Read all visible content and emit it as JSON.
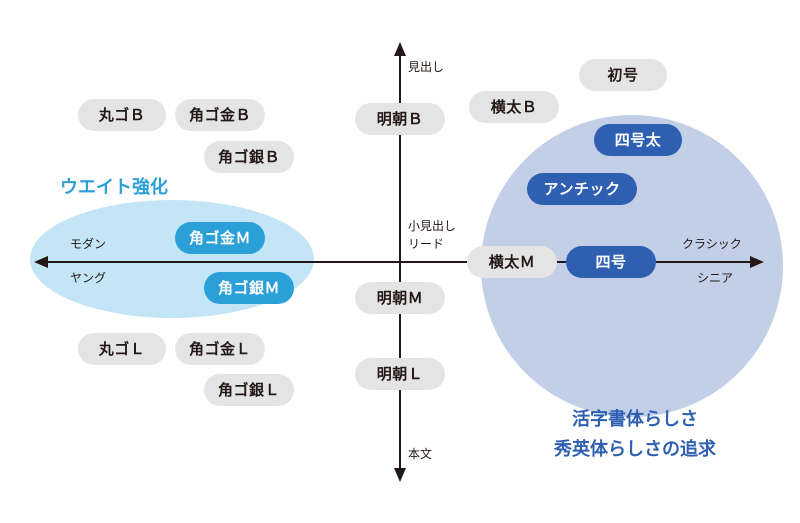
{
  "axes": {
    "top": "見出し",
    "bottom": "本文",
    "center_line1": "小見出し",
    "center_line2": "リード",
    "left_upper": "モダン",
    "left_lower": "ヤング",
    "right_upper": "クラシック",
    "right_lower": "シニア"
  },
  "groups": {
    "left_emphasis": "ウエイト強化",
    "right_emphasis_line1": "活字書体らしさ",
    "right_emphasis_line2": "秀英体らしさの追求"
  },
  "pills": {
    "maru_go_b": "丸ゴＢ",
    "kaku_go_kin_b": "角ゴ金Ｂ",
    "kaku_go_gin_b": "角ゴ銀Ｂ",
    "kaku_go_kin_m": "角ゴ金Ｍ",
    "kaku_go_gin_m": "角ゴ銀Ｍ",
    "maru_go_l": "丸ゴＬ",
    "kaku_go_kin_l": "角ゴ金Ｌ",
    "kaku_go_gin_l": "角ゴ銀Ｌ",
    "mincho_b": "明朝Ｂ",
    "mincho_m": "明朝Ｍ",
    "mincho_l": "明朝Ｌ",
    "yokobuto_b": "横太Ｂ",
    "yokobuto_m": "横太Ｍ",
    "shogo": "初号",
    "yongo_futo": "四号太",
    "antique": "アンチック",
    "yongo": "四号"
  },
  "colors": {
    "gray_pill": "#e4e4e4",
    "cyan_accent": "#2a9fd8",
    "navy_accent": "#2e5fb1",
    "left_zone": "#c3e5f5",
    "right_zone": "#c2cfe7"
  }
}
